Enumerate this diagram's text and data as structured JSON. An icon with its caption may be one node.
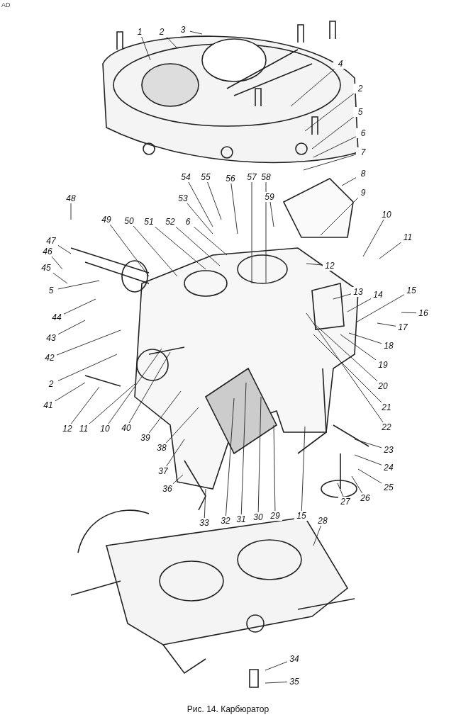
{
  "diagram": {
    "caption": "Рис. 14. Карбюратор",
    "nodes": [
      {
        "text": [
          "1"
        ]
      },
      {
        "text": [
          "2"
        ]
      },
      {
        "text": [
          "3"
        ]
      },
      {
        "text": [
          "4"
        ]
      },
      {
        "text": [
          "2"
        ]
      },
      {
        "text": [
          "5"
        ]
      },
      {
        "text": [
          "6"
        ]
      },
      {
        "text": [
          "7"
        ]
      },
      {
        "text": [
          "8"
        ]
      },
      {
        "text": [
          "9"
        ]
      },
      {
        "text": [
          "10"
        ]
      },
      {
        "text": [
          "11"
        ]
      },
      {
        "text": [
          "12"
        ]
      },
      {
        "text": [
          "13"
        ]
      },
      {
        "text": [
          "14"
        ]
      },
      {
        "text": [
          "15"
        ]
      },
      {
        "text": [
          "16"
        ]
      },
      {
        "text": [
          "17"
        ]
      },
      {
        "text": [
          "18"
        ]
      },
      {
        "text": [
          "19"
        ]
      },
      {
        "text": [
          "20"
        ]
      },
      {
        "text": [
          "21"
        ]
      },
      {
        "text": [
          "22"
        ]
      },
      {
        "text": [
          "23"
        ]
      },
      {
        "text": [
          "24"
        ]
      },
      {
        "text": [
          "25"
        ]
      },
      {
        "text": [
          "26"
        ]
      },
      {
        "text": [
          "27"
        ]
      },
      {
        "text": [
          "28"
        ]
      },
      {
        "text": [
          "29"
        ]
      },
      {
        "text": [
          "30"
        ]
      },
      {
        "text": [
          "31"
        ]
      },
      {
        "text": [
          "32"
        ]
      },
      {
        "text": [
          "33"
        ]
      },
      {
        "text": [
          "15"
        ]
      },
      {
        "text": [
          "36"
        ]
      },
      {
        "text": [
          "37"
        ]
      },
      {
        "text": [
          "38"
        ]
      },
      {
        "text": [
          "39"
        ]
      },
      {
        "text": [
          "40"
        ]
      },
      {
        "text": [
          "10"
        ]
      },
      {
        "text": [
          "11"
        ]
      },
      {
        "text": [
          "12"
        ]
      },
      {
        "text": [
          "41"
        ]
      },
      {
        "text": [
          "2"
        ]
      },
      {
        "text": [
          "42"
        ]
      },
      {
        "text": [
          "43"
        ]
      },
      {
        "text": [
          "44"
        ]
      },
      {
        "text": [
          "5"
        ]
      },
      {
        "text": [
          "45"
        ]
      },
      {
        "text": [
          "46"
        ]
      },
      {
        "text": [
          "47"
        ]
      },
      {
        "text": [
          "48"
        ]
      },
      {
        "text": [
          "49"
        ]
      },
      {
        "text": [
          "50"
        ]
      },
      {
        "text": [
          "51"
        ]
      },
      {
        "text": [
          "52"
        ]
      },
      {
        "text": [
          "6"
        ]
      },
      {
        "text": [
          "53"
        ]
      },
      {
        "text": [
          "54"
        ]
      },
      {
        "text": [
          "55"
        ]
      },
      {
        "text": [
          "56"
        ]
      },
      {
        "text": [
          "57"
        ]
      },
      {
        "text": [
          "58"
        ]
      },
      {
        "text": [
          "59"
        ]
      },
      {
        "text": [
          "34"
        ]
      },
      {
        "text": [
          "35"
        ]
      }
    ],
    "edges": [
      {
        "from": 0,
        "to": null,
        "arrow": "none"
      },
      {
        "from": 1,
        "to": null,
        "arrow": "none"
      },
      {
        "from": 2,
        "to": null,
        "arrow": "none"
      },
      {
        "from": 3,
        "to": null,
        "arrow": "none"
      },
      {
        "from": 4,
        "to": null,
        "arrow": "none"
      },
      {
        "from": 5,
        "to": null,
        "arrow": "none"
      },
      {
        "from": 6,
        "to": null,
        "arrow": "none"
      },
      {
        "from": 7,
        "to": null,
        "arrow": "none"
      },
      {
        "from": 8,
        "to": null,
        "arrow": "none"
      },
      {
        "from": 9,
        "to": null,
        "arrow": "none"
      },
      {
        "from": 10,
        "to": null,
        "arrow": "none"
      },
      {
        "from": 11,
        "to": null,
        "arrow": "none"
      },
      {
        "from": 12,
        "to": null,
        "arrow": "none"
      },
      {
        "from": 13,
        "to": null,
        "arrow": "none"
      },
      {
        "from": 14,
        "to": null,
        "arrow": "none"
      },
      {
        "from": 15,
        "to": null,
        "arrow": "none"
      },
      {
        "from": 16,
        "to": null,
        "arrow": "none"
      },
      {
        "from": 17,
        "to": null,
        "arrow": "none"
      },
      {
        "from": 18,
        "to": null,
        "arrow": "none"
      },
      {
        "from": 19,
        "to": null,
        "arrow": "none"
      },
      {
        "from": 20,
        "to": null,
        "arrow": "none"
      },
      {
        "from": 21,
        "to": null,
        "arrow": "none"
      },
      {
        "from": 22,
        "to": null,
        "arrow": "none"
      },
      {
        "from": 23,
        "to": null,
        "arrow": "none"
      },
      {
        "from": 24,
        "to": null,
        "arrow": "none"
      },
      {
        "from": 25,
        "to": null,
        "arrow": "none"
      },
      {
        "from": 26,
        "to": null,
        "arrow": "none"
      },
      {
        "from": 27,
        "to": null,
        "arrow": "none"
      },
      {
        "from": 28,
        "to": null,
        "arrow": "none"
      },
      {
        "from": 29,
        "to": null,
        "arrow": "none"
      },
      {
        "from": 30,
        "to": null,
        "arrow": "none"
      },
      {
        "from": 31,
        "to": null,
        "arrow": "none"
      },
      {
        "from": 32,
        "to": null,
        "arrow": "none"
      },
      {
        "from": 33,
        "to": null,
        "arrow": "none"
      },
      {
        "from": 34,
        "to": null,
        "arrow": "none"
      },
      {
        "from": 35,
        "to": null,
        "arrow": "none"
      },
      {
        "from": 36,
        "to": null,
        "arrow": "none"
      },
      {
        "from": 37,
        "to": null,
        "arrow": "none"
      },
      {
        "from": 38,
        "to": null,
        "arrow": "none"
      },
      {
        "from": 39,
        "to": null,
        "arrow": "none"
      },
      {
        "from": 40,
        "to": null,
        "arrow": "none"
      },
      {
        "from": 41,
        "to": null,
        "arrow": "none"
      },
      {
        "from": 42,
        "to": null,
        "arrow": "none"
      },
      {
        "from": 43,
        "to": null,
        "arrow": "none"
      },
      {
        "from": 44,
        "to": null,
        "arrow": "none"
      },
      {
        "from": 45,
        "to": null,
        "arrow": "none"
      },
      {
        "from": 46,
        "to": null,
        "arrow": "none"
      },
      {
        "from": 47,
        "to": null,
        "arrow": "none"
      },
      {
        "from": 48,
        "to": null,
        "arrow": "none"
      },
      {
        "from": 49,
        "to": null,
        "arrow": "none"
      },
      {
        "from": 50,
        "to": null,
        "arrow": "none"
      },
      {
        "from": 51,
        "to": null,
        "arrow": "none"
      },
      {
        "from": 52,
        "to": null,
        "arrow": "none"
      },
      {
        "from": 53,
        "to": null,
        "arrow": "none"
      },
      {
        "from": 54,
        "to": null,
        "arrow": "none"
      },
      {
        "from": 55,
        "to": null,
        "arrow": "none"
      },
      {
        "from": 56,
        "to": null,
        "arrow": "none"
      },
      {
        "from": 57,
        "to": null,
        "arrow": "none"
      },
      {
        "from": 58,
        "to": null,
        "arrow": "none"
      },
      {
        "from": 59,
        "to": null,
        "arrow": "none"
      },
      {
        "from": 60,
        "to": null,
        "arrow": "none"
      },
      {
        "from": 61,
        "to": null,
        "arrow": "none"
      },
      {
        "from": 62,
        "to": null,
        "arrow": "none"
      },
      {
        "from": 63,
        "to": null,
        "arrow": "none"
      },
      {
        "from": 64,
        "to": null,
        "arrow": "none"
      },
      {
        "from": 65,
        "to": null,
        "arrow": "none"
      },
      {
        "from": 66,
        "to": null,
        "arrow": "none"
      }
    ],
    "labels": [
      "AD"
    ]
  }
}
